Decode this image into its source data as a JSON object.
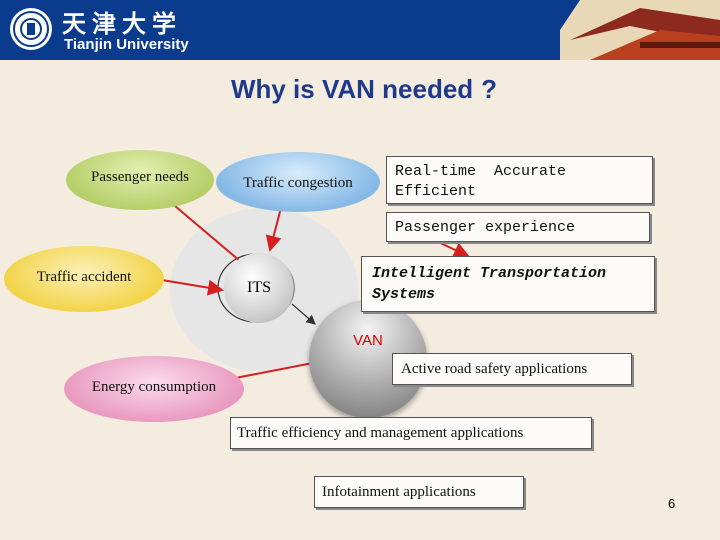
{
  "header": {
    "logo_cn": "天津大学",
    "logo_en": "Tianjin University",
    "bg_color": "#0b3b8c"
  },
  "slide": {
    "title": "Why is VAN needed",
    "title_mark": "?",
    "page_number": "6"
  },
  "nodes": {
    "passenger_needs": "Passenger needs",
    "traffic_congestion": "Traffic congestion",
    "traffic_accident": "Traffic accident",
    "energy_consumption": "Energy consumption",
    "its": "ITS",
    "van": "VAN"
  },
  "boxes": {
    "realtime_line1": "Real-time  Accurate",
    "realtime_line2": "Efficient",
    "passenger_experience": "Passenger experience",
    "its_full_line1": "Intelligent Transportation",
    "its_full_line2": "Systems",
    "active_safety": "Active road safety applications",
    "traffic_efficiency": "Traffic efficiency and management applications",
    "infotainment": "Infotainment applications"
  },
  "colors": {
    "green_ellipse": "#b6cf6a",
    "blue_ellipse": "#86b9e6",
    "yellow_ellipse": "#f2d44a",
    "pink_ellipse": "#e99ac0",
    "arrow": "#d61f1f",
    "title": "#1f3a8a"
  }
}
